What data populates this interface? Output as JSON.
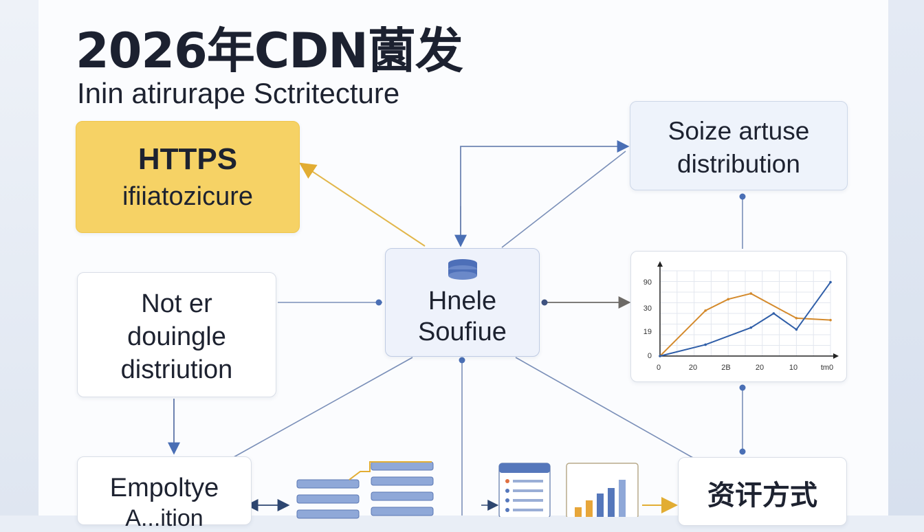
{
  "title": "2026年CDN薗发",
  "subtitle": "Inin atirurape Sctritecture",
  "nodes": {
    "https": {
      "line1": "HTTPS",
      "line2": "ifiiatozicure"
    },
    "size": {
      "line1": "Soize artuse",
      "line2": "distribution"
    },
    "not": {
      "line1": "Not er",
      "line2": "douingle",
      "line3": "distriution"
    },
    "center": {
      "line1": "Hnele",
      "line2": "Soufiue"
    },
    "empol": {
      "line1": "Empoltye",
      "line2": "A...ition"
    },
    "cn": {
      "line1": "资讦方式",
      "line2": ""
    }
  },
  "chart_data": {
    "type": "line",
    "y_ticks": [
      "90",
      "30",
      "19",
      "0"
    ],
    "x_ticks": [
      "0",
      "20",
      "2B",
      "20",
      "10",
      "tm0"
    ],
    "series": [
      {
        "color": "#d48a2c",
        "points": [
          [
            0,
            0
          ],
          [
            20,
            48
          ],
          [
            30,
            60
          ],
          [
            40,
            66
          ],
          [
            60,
            40
          ],
          [
            75,
            38
          ]
        ]
      },
      {
        "color": "#2f5ea8",
        "points": [
          [
            0,
            0
          ],
          [
            20,
            12
          ],
          [
            40,
            30
          ],
          [
            50,
            45
          ],
          [
            60,
            28
          ],
          [
            75,
            78
          ]
        ]
      }
    ]
  },
  "colors": {
    "accent_blue": "#4a6fb5",
    "arrow_gold": "#e7b43a",
    "yellow_box": "#f6d265"
  }
}
